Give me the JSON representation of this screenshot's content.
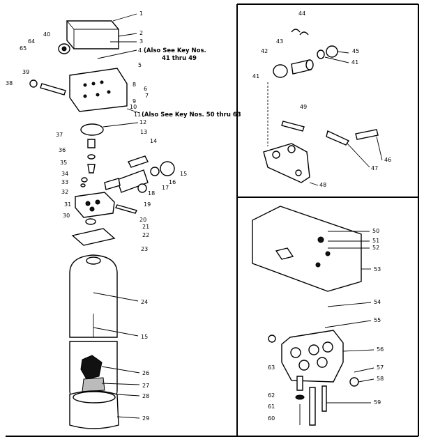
{
  "notes": {
    "keys_41_49": [
      "(Also See Key Nos.",
      "41 thru 49"
    ],
    "keys_50_63": "(Also See Key Nos. 50 thru 63"
  },
  "callouts": [
    "1",
    "2",
    "3",
    "4",
    "5",
    "6",
    "7",
    "8",
    "9",
    "10",
    "11",
    "12",
    "13",
    "14",
    "15",
    "16",
    "17",
    "18",
    "19",
    "20",
    "21",
    "22",
    "23",
    "24",
    "15",
    "26",
    "27",
    "28",
    "29",
    "30",
    "31",
    "32",
    "33",
    "34",
    "35",
    "36",
    "37",
    "38",
    "39",
    "40",
    "65",
    "64",
    "41",
    "42",
    "43",
    "44",
    "45",
    "41",
    "46",
    "47",
    "48",
    "49",
    "50",
    "51",
    "52",
    "53",
    "54",
    "55",
    "56",
    "57",
    "58",
    "59",
    "60",
    "61",
    "62",
    "63"
  ]
}
